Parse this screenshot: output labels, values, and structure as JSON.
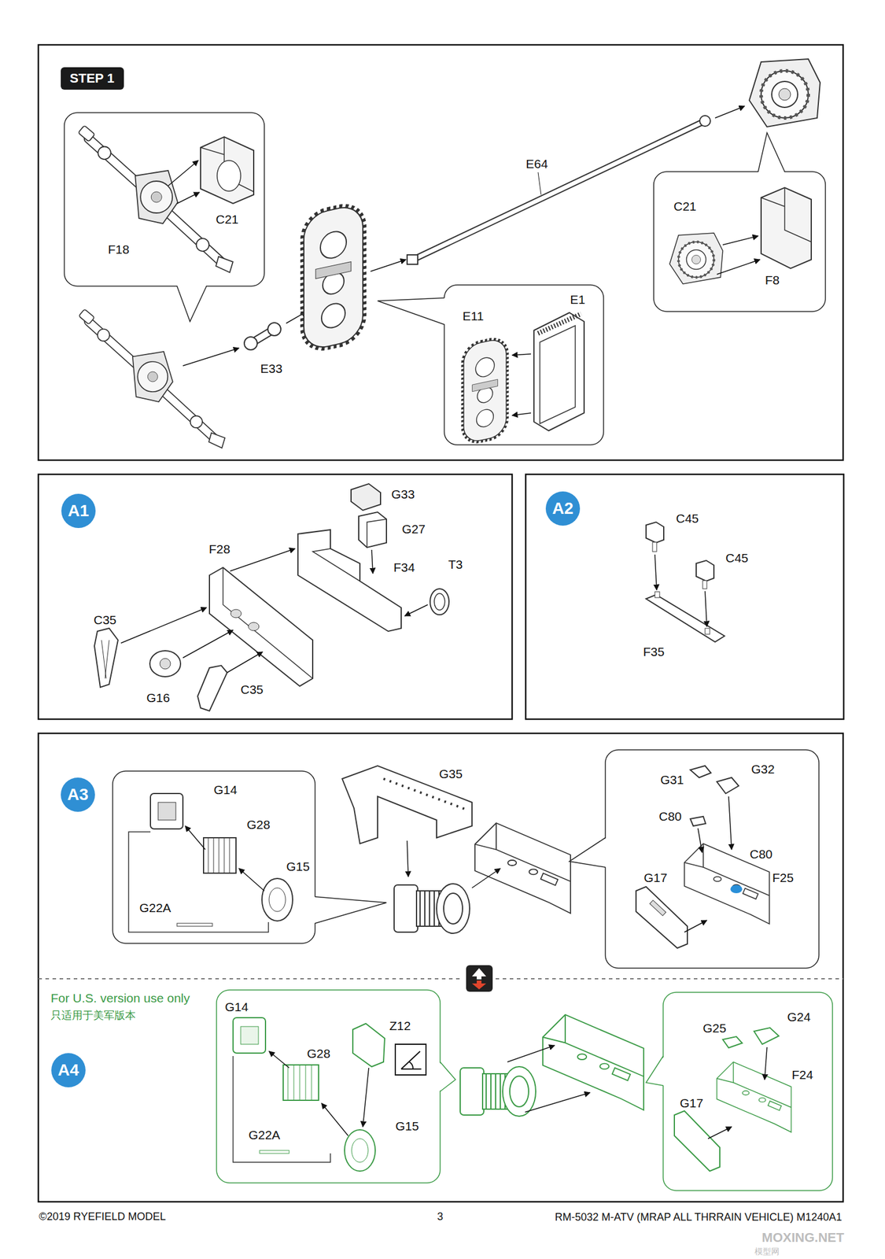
{
  "diagram": {
    "nodes": [
      {
        "text": [
          "STEP 1"
        ]
      },
      {
        "text": [
          "A1"
        ]
      },
      {
        "text": [
          "A2"
        ]
      },
      {
        "text": [
          "A3"
        ]
      },
      {
        "text": [
          "A4"
        ]
      }
    ],
    "labels": [
      "C21",
      "F18",
      "E64",
      "C21",
      "F8",
      "E11",
      "E1",
      "E33",
      "G33",
      "G27",
      "F28",
      "F34",
      "T3",
      "C35",
      "G16",
      "C35",
      "C45",
      "C45",
      "F35",
      "G14",
      "G28",
      "G15",
      "G22A",
      "G35",
      "G31",
      "G32",
      "C80",
      "C80",
      "G17",
      "F25",
      "For U.S. version use only",
      "只适用于美军版本",
      "G14",
      "Z12",
      "G28",
      "G22A",
      "G15",
      "G25",
      "G24",
      "F24",
      "G17",
      "©2019 RYEFIELD MODEL",
      "3",
      "RM-5032 M-ATV (MRAP ALL THRRAIN VEHICLE) M1240A1",
      "MOXING.NET",
      "模型网"
    ]
  }
}
